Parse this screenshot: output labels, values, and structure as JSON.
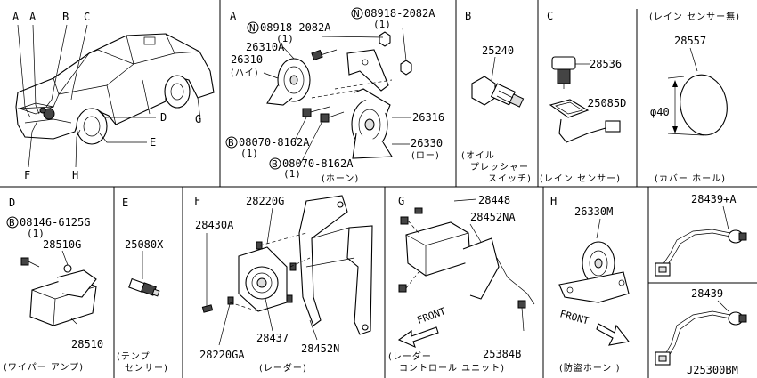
{
  "sections": {
    "overview": {
      "labels": [
        "A",
        "A",
        "B",
        "C",
        "D",
        "E",
        "F",
        "G",
        "H"
      ]
    },
    "a": {
      "letter": "A",
      "nut_code_1": "08918-2082A",
      "nut_qty_1": "(1)",
      "nut_code_2": "08918-2082A",
      "nut_qty_2": "(1)",
      "n_mark": "N",
      "b_mark": "B",
      "bracket": "26310A",
      "horn_high_pn": "26310",
      "horn_high_note": "(ハイ)",
      "horn_low_bracket": "26316",
      "horn_low_pn": "26330",
      "horn_low_note": "(ロー)",
      "bolt_code_1": "08070-8162A",
      "bolt_qty_1": "(1)",
      "bolt_code_2": "08070-8162A",
      "bolt_qty_2": "(1)",
      "caption": "(ホーン)"
    },
    "b": {
      "letter": "B",
      "part": "25240",
      "caption_1": "(オイル",
      "caption_2": "プレッシャー",
      "caption_3": "スイッチ)"
    },
    "c": {
      "letter": "C",
      "part_1": "28536",
      "part_2": "25085D",
      "caption": "(レイン センサー)",
      "note_top": "(レイン センサー無)",
      "cover_part": "28557",
      "cover_dim": "φ40",
      "cover_caption": "(カバー ホール)"
    },
    "d": {
      "letter": "D",
      "bolt_mark": "B",
      "bolt_code": "08146-6125G",
      "bolt_qty": "(1)",
      "part_1": "28510G",
      "part_2": "28510",
      "caption": "(ワイパー アンプ)"
    },
    "e": {
      "letter": "E",
      "part": "25080X",
      "caption_1": "(テンプ",
      "caption_2": "センサー)"
    },
    "f": {
      "letter": "F",
      "part_1": "28220G",
      "part_2": "28430A",
      "part_3": "28437",
      "part_4": "28220GA",
      "part_5": "28452N",
      "caption": "(レーダー)"
    },
    "g": {
      "letter": "G",
      "part_1": "28448",
      "part_2": "28452NA",
      "part_3": "25384B",
      "front": "FRONT",
      "caption_1": "(レーダー",
      "caption_2": "コントロール ユニット)"
    },
    "h": {
      "letter": "H",
      "part": "26330M",
      "front": "FRONT",
      "caption": "(防盗ホーン )"
    },
    "right": {
      "part_1": "28439+A",
      "part_2": "28439",
      "diagram_id": "J25300BM"
    }
  }
}
